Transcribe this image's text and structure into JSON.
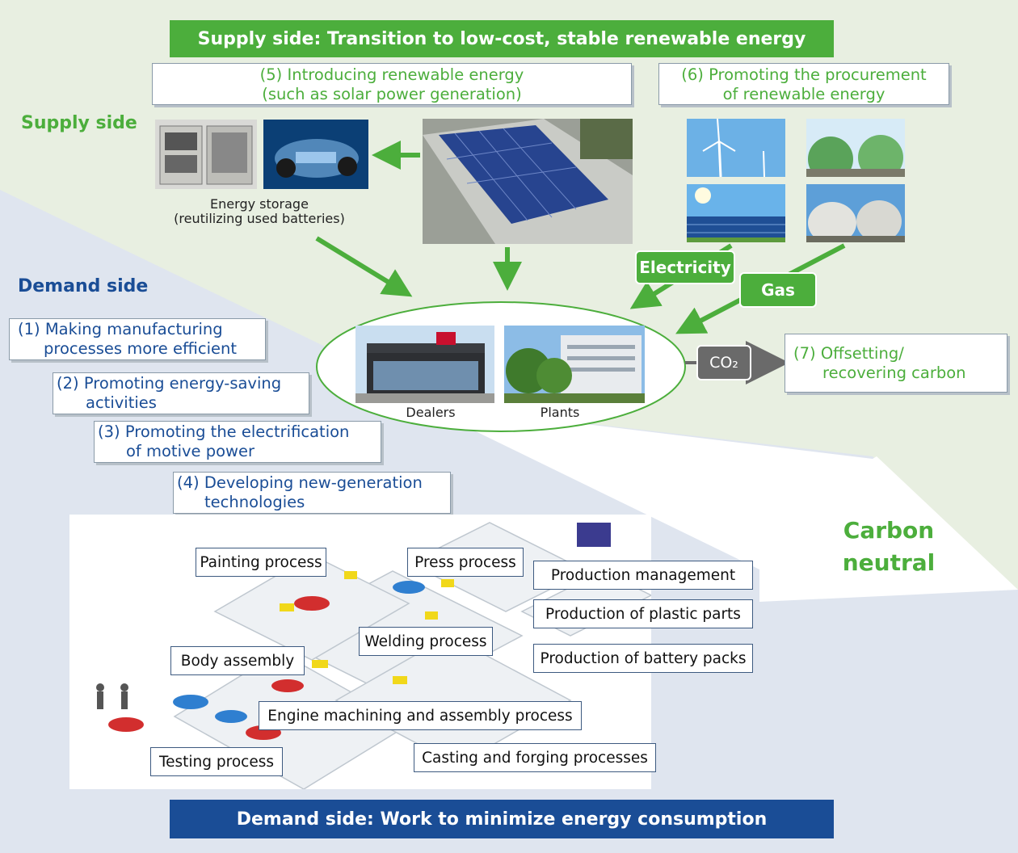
{
  "supply_banner": "Supply side: Transition to low-cost, stable renewable energy",
  "supply_label": "Supply side",
  "demand_label": "Demand side",
  "item5": {
    "line1": "(5) Introducing renewable energy",
    "line2": "(such as solar power generation)"
  },
  "item6": {
    "line1": "(6) Promoting the procurement",
    "line2": "of renewable energy"
  },
  "storage_caption": {
    "line1": "Energy storage",
    "line2": "(reutilizing used batteries)"
  },
  "electricity_label": "Electricity",
  "gas_label": "Gas",
  "dealers_label": "Dealers",
  "plants_label": "Plants",
  "co2_label": "CO₂",
  "item7": {
    "line1": "(7) Offsetting/",
    "line2": "recovering carbon"
  },
  "demand_items": [
    {
      "line1": "(1) Making manufacturing",
      "line2": "processes more efficient"
    },
    {
      "line1": "(2) Promoting energy-saving",
      "line2": "activities"
    },
    {
      "line1": "(3) Promoting the electrification",
      "line2": "of motive power"
    },
    {
      "line1": "(4) Developing new-generation",
      "line2": "technologies"
    }
  ],
  "carbon_neutral": {
    "line1": "Carbon",
    "line2": "neutral"
  },
  "process_labels": {
    "painting": "Painting process",
    "press": "Press process",
    "production_management": "Production management",
    "plastic_parts": "Production of plastic parts",
    "welding": "Welding process",
    "battery_packs": "Production of battery packs",
    "body_assembly": "Body assembly",
    "engine": "Engine machining and assembly process",
    "testing": "Testing process",
    "casting": "Casting and forging processes"
  },
  "demand_banner": "Demand side: Work to minimize energy consumption",
  "colors": {
    "green": "#4cae3c",
    "blue": "#1a4d96",
    "navy_banner": "#1a4d96",
    "light_green_bg": "#e8efe1",
    "light_blue_bg": "#dfe5ef"
  }
}
